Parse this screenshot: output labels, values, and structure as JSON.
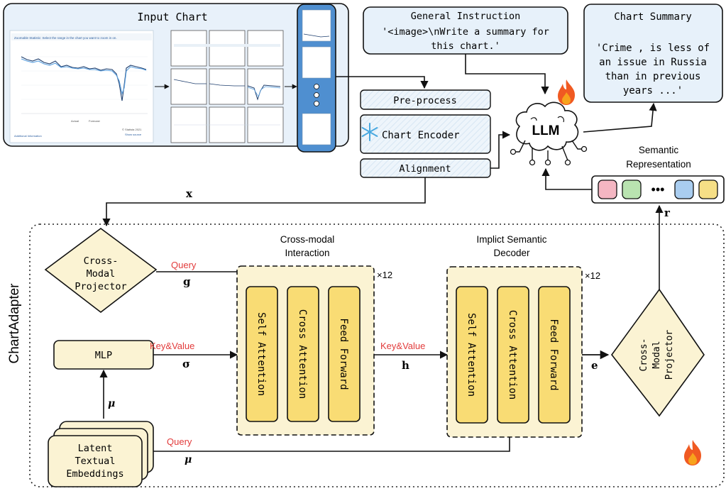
{
  "input_chart": {
    "title": "Input Chart",
    "mini_header": "Zoomable Statistic: Select the range in the chart you want to zoom in on.",
    "mini_legend": [
      "Actual",
      "Forecast"
    ],
    "mini_footer_left": "Additional Information",
    "mini_footer_right": "© Statista 2021",
    "mini_footer_right2": "Show source"
  },
  "general_instruction": {
    "title": "General Instruction",
    "line1": "'<image>\\nWrite a summary for",
    "line2": "this chart.'"
  },
  "chart_summary": {
    "title": "Chart Summary",
    "line1": "'Crime , is less of",
    "line2": "an issue in Russia",
    "line3": "than in previous",
    "line4": "years ...'"
  },
  "pipeline": {
    "preprocess": "Pre-process",
    "chart_encoder": "Chart Encoder",
    "alignment": "Alignment",
    "llm": "LLM"
  },
  "semantic_representation": {
    "line1": "Semantic",
    "line2": "Representation",
    "dots": "•••",
    "token_colors": [
      "#f4b6c2",
      "#b9e3b0",
      "#a9cdf0",
      "#f6df86"
    ]
  },
  "vars": {
    "x": "x",
    "g": "g",
    "sigma": "σ",
    "h": "h",
    "e": "e",
    "r": "r",
    "mu1": "μ",
    "mu2": "μ"
  },
  "adapter": {
    "title": "ChartAdapter",
    "projector1": [
      "Cross-",
      "Modal",
      "Projector"
    ],
    "projector2": [
      "Cross-",
      "Modal",
      "Projector"
    ],
    "mlp": "MLP",
    "latent": [
      "Latent",
      "Textual",
      "Embeddings"
    ],
    "cross_modal_title": [
      "Cross-modal",
      "Interaction"
    ],
    "decoder_title": [
      "Implict Semantic",
      "Decoder"
    ],
    "times1": "×12",
    "times2": "×12",
    "layers1": [
      "Self Attention",
      "Cross Attention",
      "Feed Forward"
    ],
    "layers2": [
      "Self Attention",
      "Cross Attention",
      "Feed Forward"
    ],
    "query1": "Query",
    "query2": "Query",
    "keyvalue1": "Key&Value",
    "keyvalue2": "Key&Value"
  },
  "colors": {
    "blue_fill": "#e7f1fa",
    "yellow_fill": "#fbf3d3",
    "layer_fill": "#f9dc74",
    "red_label": "#e23b3b",
    "flame": "#f05a22",
    "snow": "#4aa9e0"
  }
}
